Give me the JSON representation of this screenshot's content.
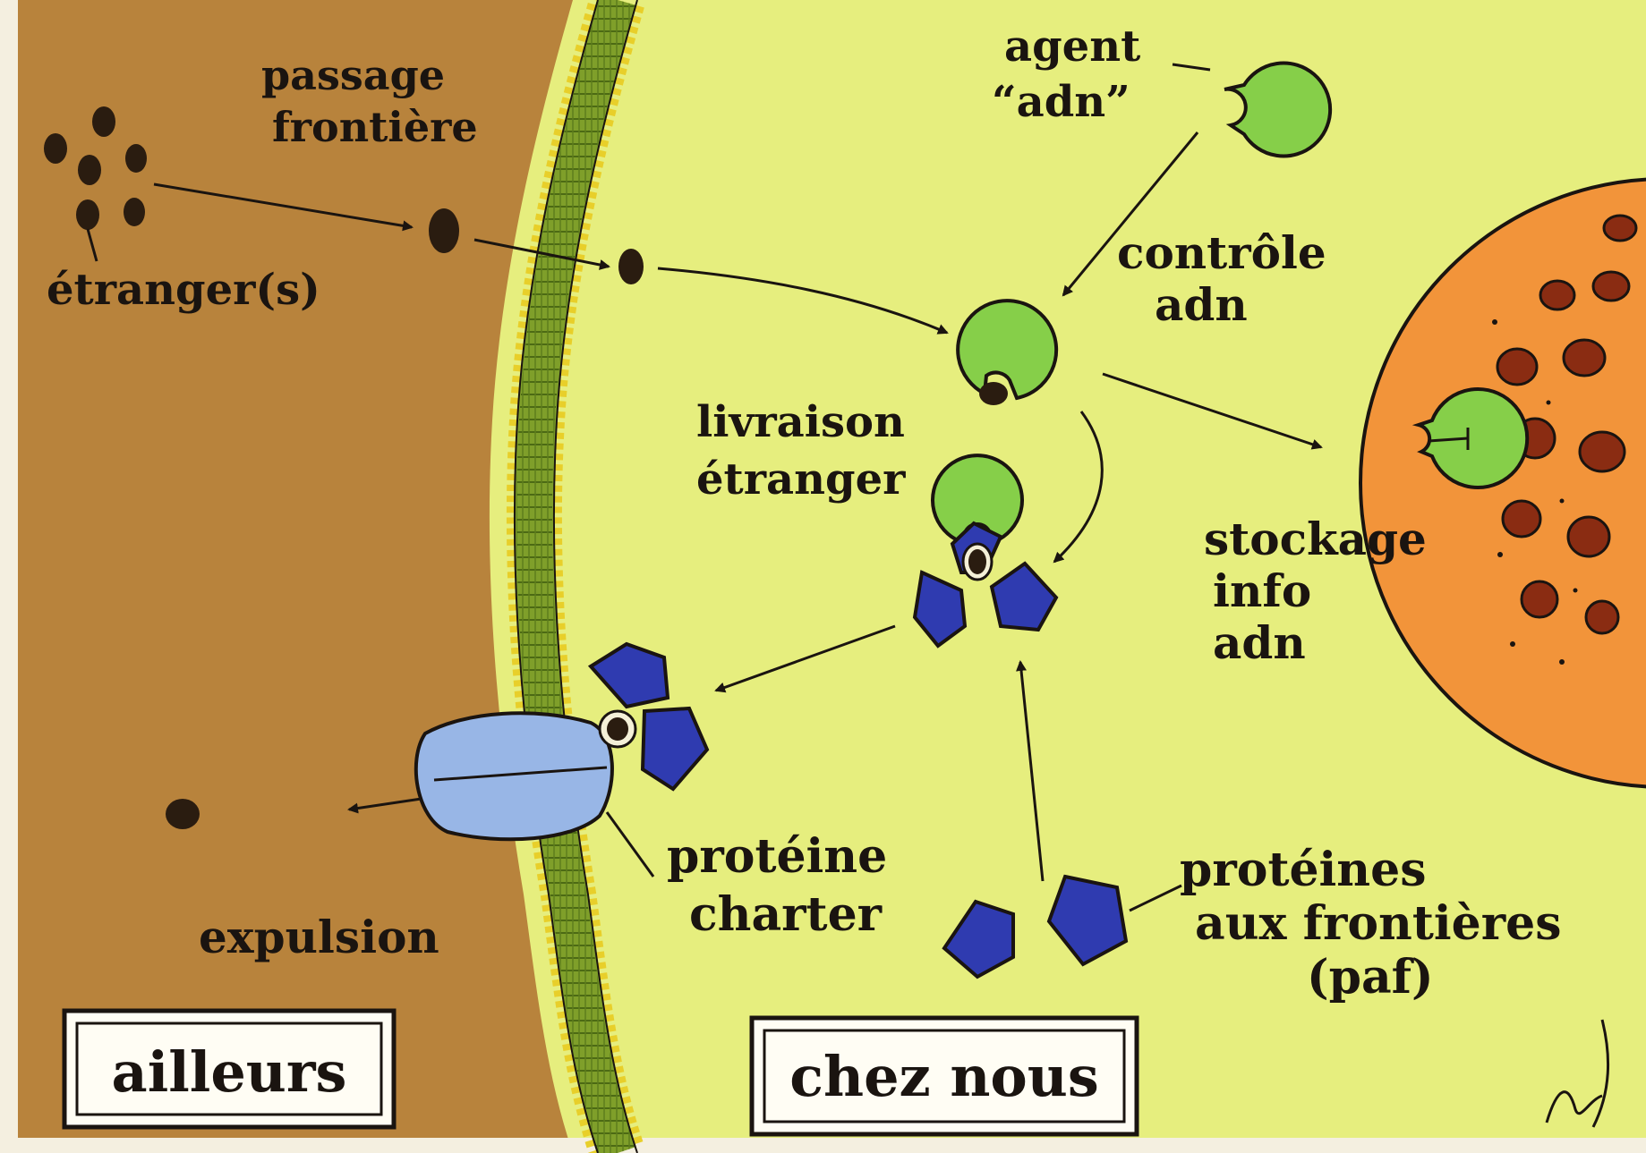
{
  "colors": {
    "outside": "#b8833c",
    "inside": "#e6ee7e",
    "membrane_green": "#7f9f2a",
    "membrane_yellow": "#e8cf2a",
    "dna_agent": "#86cf49",
    "paf_protein": "#2f3bb0",
    "charter_protein": "#98b6e6",
    "nucleus": "#f2943a",
    "particle": "#2a1c10",
    "ink": "#1a1410"
  },
  "labels": {
    "passage": [
      "passage",
      "frontière"
    ],
    "stranger": "étranger(s)",
    "agent": [
      "agent",
      "“adn”"
    ],
    "control": [
      "contrôle",
      "adn"
    ],
    "delivery": [
      "livraison",
      "étranger"
    ],
    "storage": [
      "stockage",
      "info",
      "adn"
    ],
    "charter": [
      "protéine",
      "charter"
    ],
    "paf": [
      "protéines",
      "aux frontières",
      "(paf)"
    ],
    "expulsion": "expulsion"
  },
  "boxes": {
    "elsewhere": "ailleurs",
    "home": "chez nous"
  },
  "icons": {
    "dna_agent": "pac-shape-green",
    "paf": "blue-pentagon",
    "charter": "light-blue-channel",
    "nucleus": "orange-dotted-sphere",
    "signature": "artist-signature"
  }
}
